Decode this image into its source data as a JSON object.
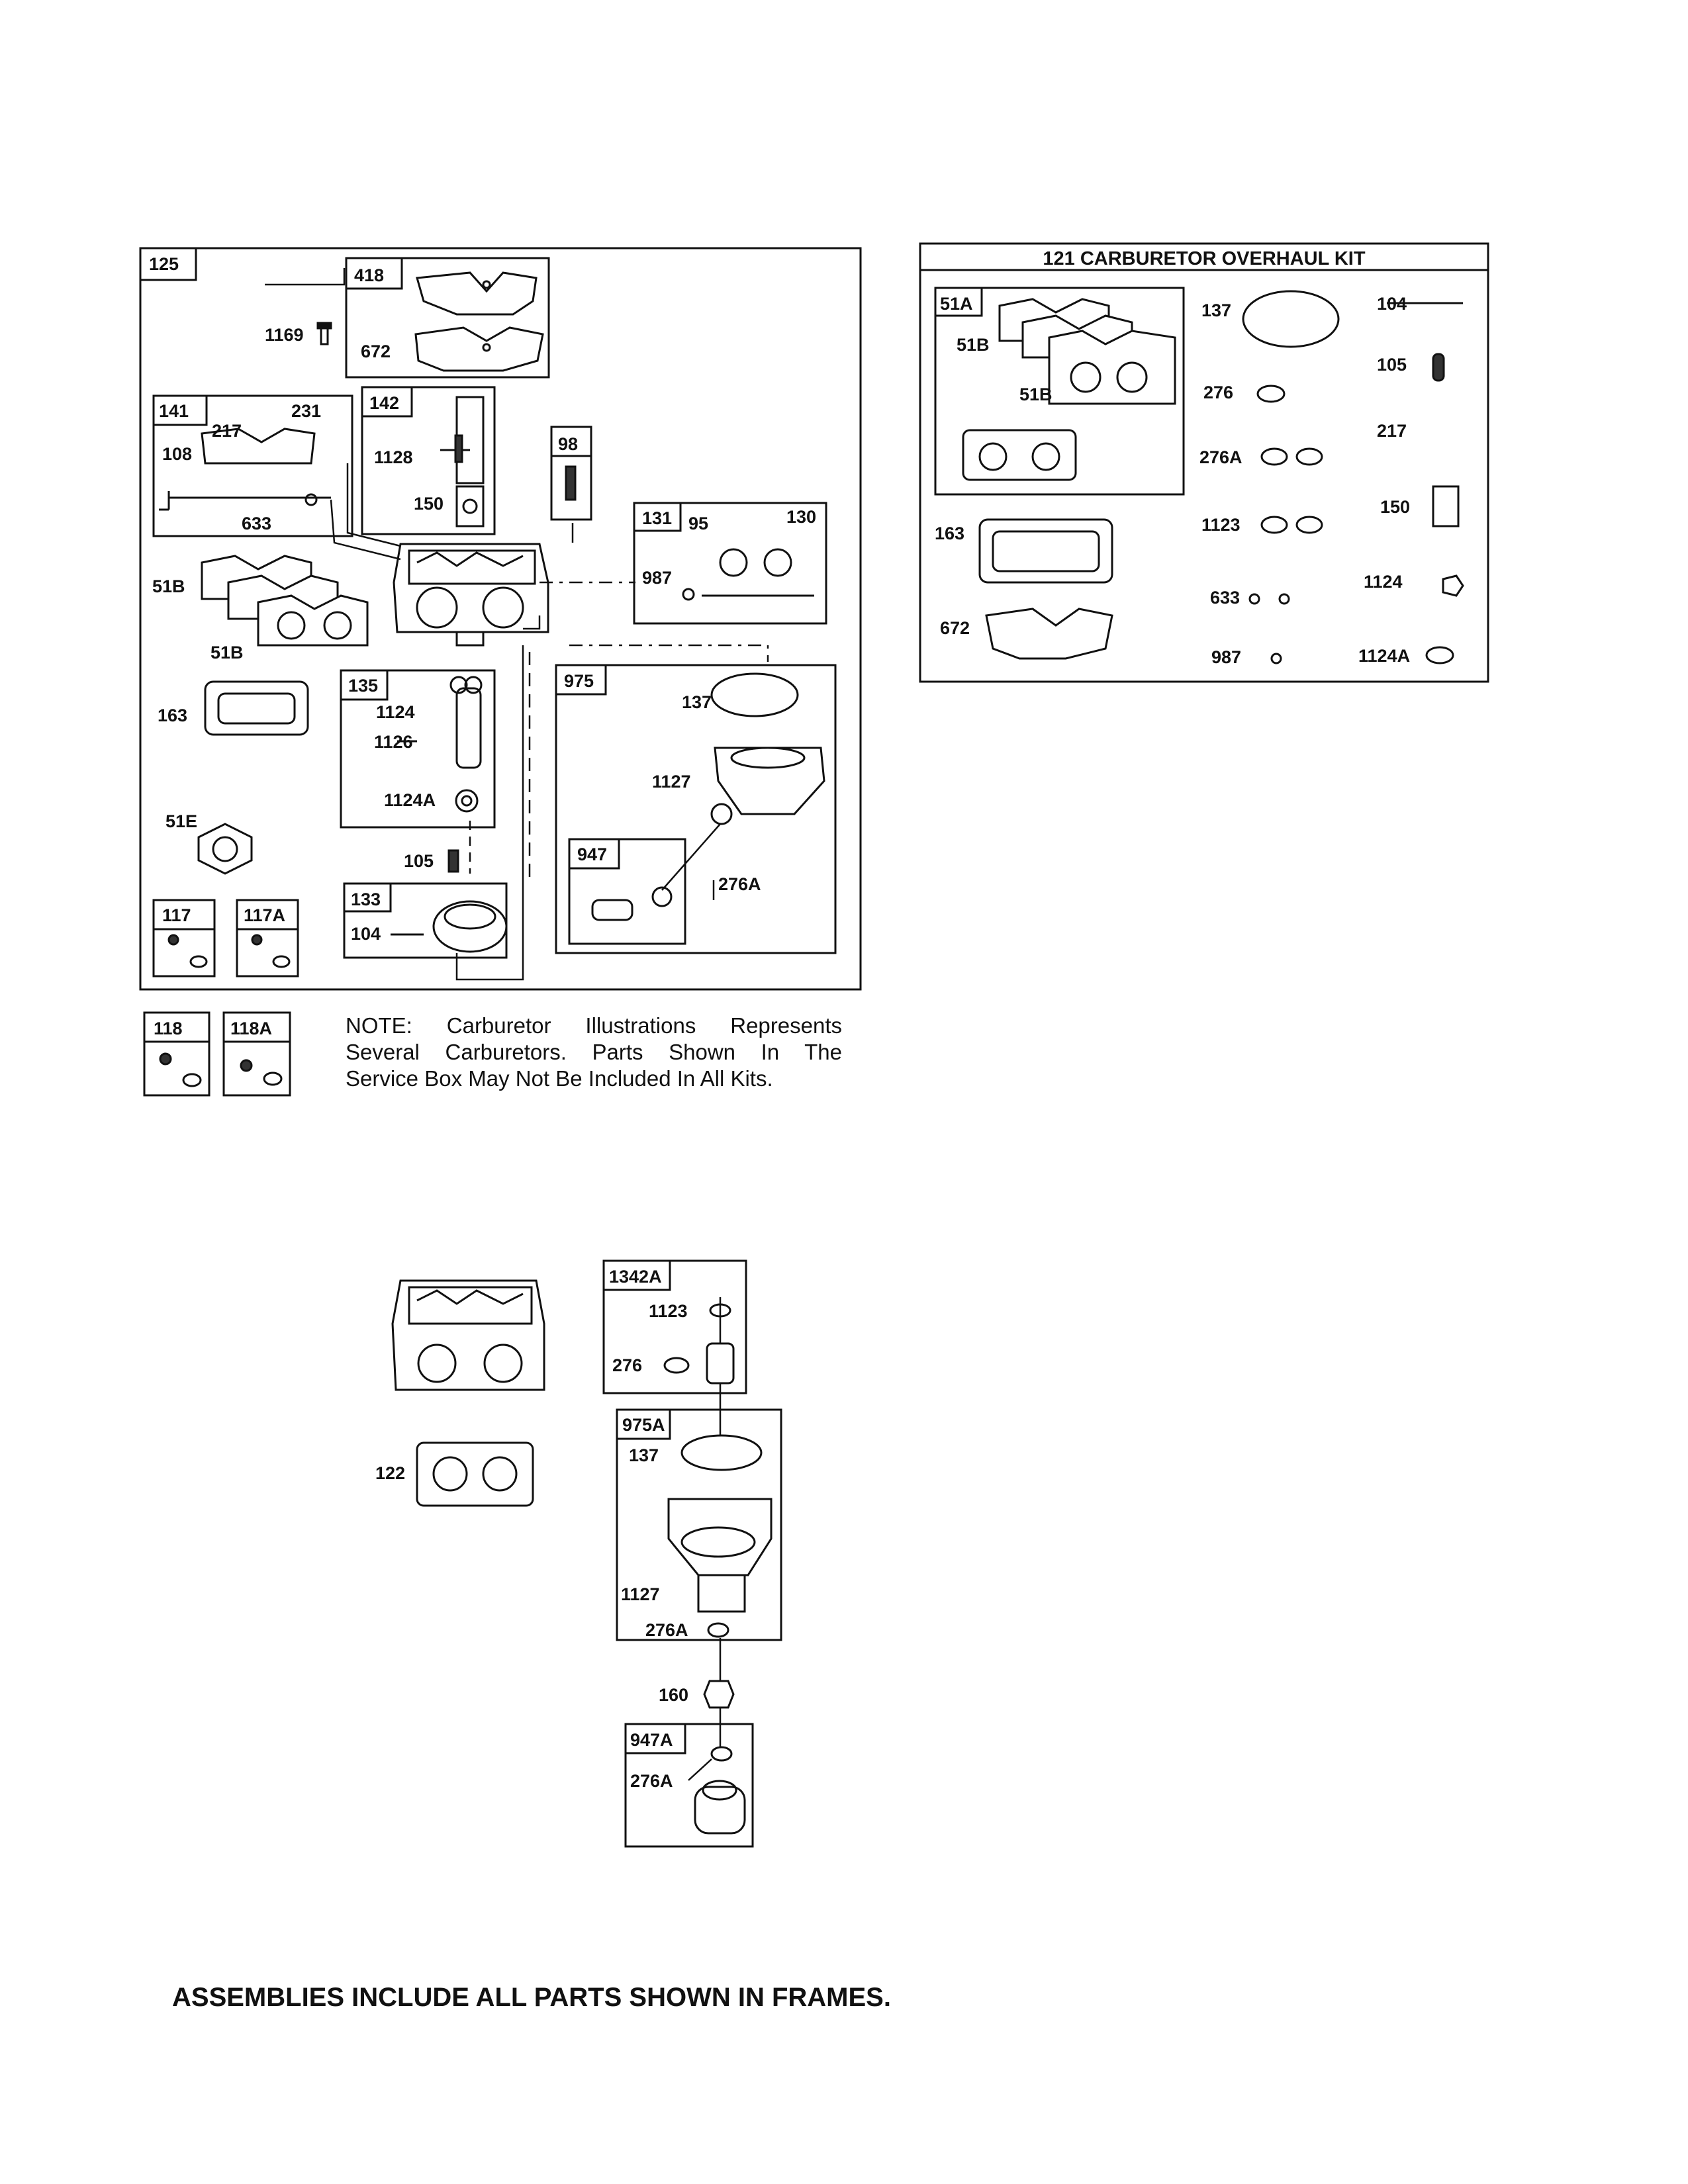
{
  "main_assembly": {
    "frame_label": "125",
    "labels": {
      "l418": "418",
      "l672": "672",
      "l1169": "1169",
      "l141": "141",
      "l231": "231",
      "l217": "217",
      "l108": "108",
      "l633": "633",
      "l142": "142",
      "l1128": "1128",
      "l150": "150",
      "l98": "98",
      "l51b_a": "51B",
      "l51b_b": "51B",
      "l163": "163",
      "l131": "131",
      "l95": "95",
      "l130": "130",
      "l987": "987",
      "l135": "135",
      "l1124": "1124",
      "l1126": "1126",
      "l1124a": "1124A",
      "l975": "975",
      "l137": "137",
      "l1127": "1127",
      "l947": "947",
      "l276a": "276A",
      "l51e": "51E",
      "l105": "105",
      "l117": "117",
      "l117a": "117A",
      "l133": "133",
      "l104": "104"
    }
  },
  "small_kits": {
    "l118": "118",
    "l118a": "118A"
  },
  "note": {
    "line1": "NOTE: Carburetor Illustrations Represents",
    "line2": "Several Carburetors. Parts Shown In The",
    "line3": "Service Box May Not Be Included In All Kits."
  },
  "overhaul_kit": {
    "title": "121 CARBURETOR OVERHAUL KIT",
    "labels": {
      "l51a": "51A",
      "l51b_a": "51B",
      "l51b_b": "51B",
      "l137": "137",
      "l104": "104",
      "l105": "105",
      "l276": "276",
      "l217": "217",
      "l276a": "276A",
      "l150": "150",
      "l163": "163",
      "l1123": "1123",
      "l633": "633",
      "l1124": "1124",
      "l672": "672",
      "l987": "987",
      "l1124a": "1124A"
    }
  },
  "lower_assembly": {
    "labels": {
      "l1342a": "1342A",
      "l1123": "1123",
      "l276": "276",
      "l122": "122",
      "l975a": "975A",
      "l137": "137",
      "l1127": "1127",
      "l276a_a": "276A",
      "l160": "160",
      "l947a": "947A",
      "l276a_b": "276A"
    }
  },
  "footer": {
    "text": "ASSEMBLIES INCLUDE ALL PARTS SHOWN IN FRAMES."
  }
}
